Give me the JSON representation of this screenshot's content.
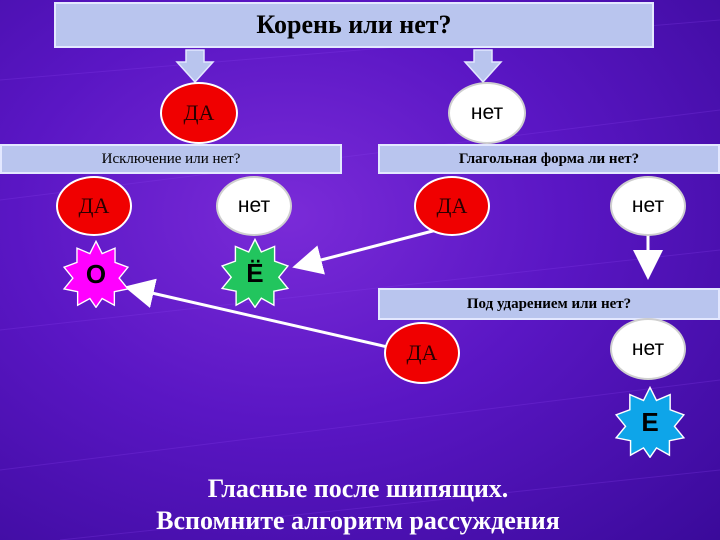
{
  "title": "Корень или нет?",
  "branch_root": {
    "yes": "ДА",
    "no": "нет"
  },
  "exception_question": "Исключение или нет?",
  "verb_question": "Глагольная форма ли нет?",
  "exception": {
    "yes": "ДА",
    "no": "нет"
  },
  "verb": {
    "yes": "ДА",
    "no": "нет"
  },
  "stress_question": "Под ударением или нет?",
  "stress": {
    "yes": "ДА",
    "no": "нет"
  },
  "letters": {
    "o": "О",
    "yo": "Ё",
    "e": "Е"
  },
  "footer": {
    "line1": "Гласные после шипящих.",
    "line2": "Вспомните алгоритм рассуждения"
  },
  "colors": {
    "background": "#5a16c4",
    "question_box": "#b9c5ee",
    "yes_oval": "#f00000",
    "no_oval": "#ffffff",
    "star_o": "#ff00ff",
    "star_yo": "#22c55e",
    "star_e": "#0ea5e9"
  }
}
